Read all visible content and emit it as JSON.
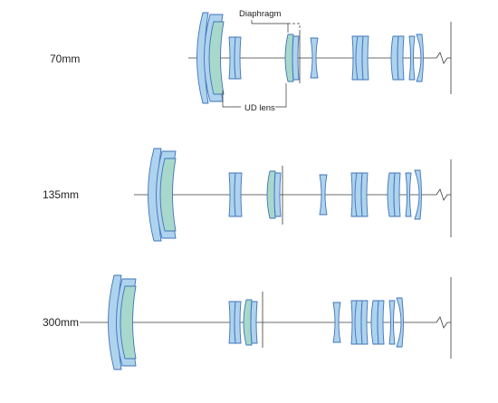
{
  "labels": {
    "diaphragm": "Diaphragm",
    "ud_lens": "UD lens"
  },
  "configurations": [
    {
      "focal_length": "70mm"
    },
    {
      "focal_length": "135mm"
    },
    {
      "focal_length": "300mm"
    }
  ],
  "colors": {
    "lens_fill": "#aed3ee",
    "ud_lens_fill": "#a8d8cc",
    "lens_outline": "#3f73b8",
    "axis_line": "#3a3a3a",
    "text": "#222222"
  }
}
